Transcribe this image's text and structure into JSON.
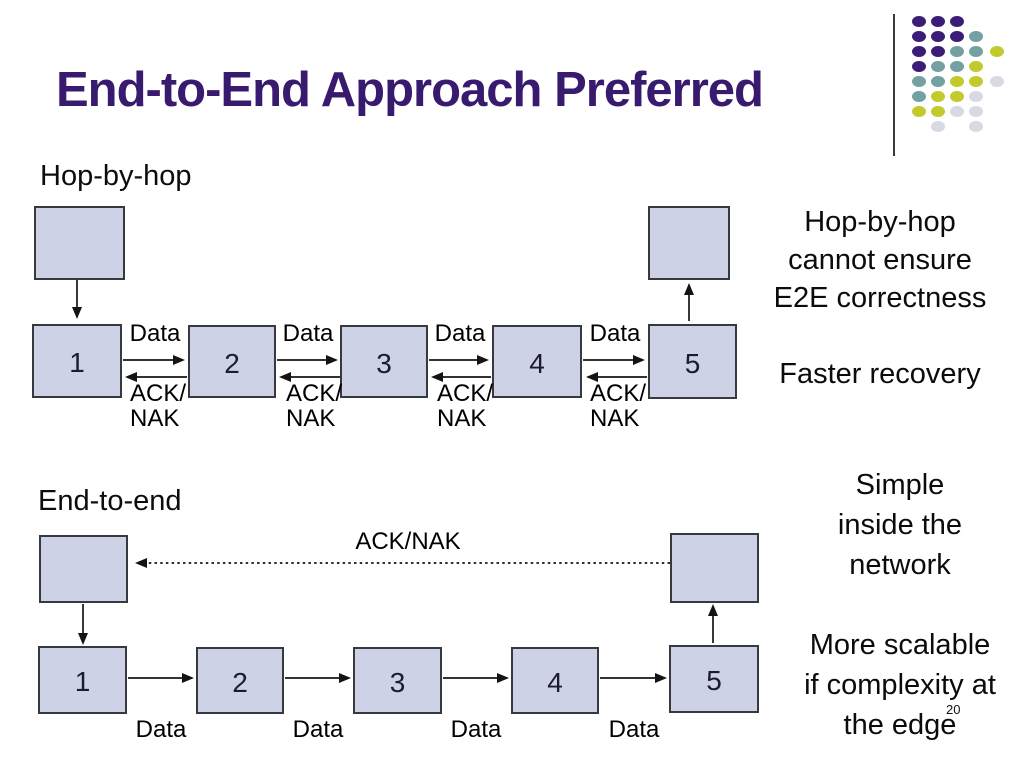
{
  "slide": {
    "title": "End-to-End Approach Preferred",
    "page_number": "20"
  },
  "colors": {
    "title_text": "#381A6E",
    "box_fill": "#CED2E6",
    "box_border": "#38383f",
    "diagram_text": "#000000"
  },
  "hop_by_hop": {
    "label": "Hop-by-hop",
    "nodes": [
      "1",
      "2",
      "3",
      "4",
      "5"
    ],
    "data_label": "Data",
    "ack_line1": "ACK/",
    "ack_line2": "NAK",
    "note1": {
      "line1": "Hop-by-hop",
      "line2": "cannot ensure",
      "line3": "E2E correctness"
    },
    "note2": "Faster recovery"
  },
  "end_to_end": {
    "label": "End-to-end",
    "nodes": [
      "1",
      "2",
      "3",
      "4",
      "5"
    ],
    "data_label": "Data",
    "ack_label": "ACK/NAK",
    "note1": {
      "line1": "Simple",
      "line2": "inside the",
      "line3": "network"
    },
    "note2": {
      "line1": "More scalable",
      "line2": "if complexity at",
      "line3": "the edge"
    }
  },
  "decoration": {
    "palette": {
      "purple": "#3B1C77",
      "teal": "#73A1A1",
      "green": "#C3CA2E",
      "gray": "#D8D9E3"
    },
    "dot_cols_x": [
      912,
      931,
      950,
      969,
      990
    ],
    "dot_rows_y": [
      16,
      31,
      46,
      61,
      76,
      91,
      106,
      121
    ],
    "rows": [
      [
        "purple",
        "purple",
        "purple",
        null,
        null
      ],
      [
        "purple",
        "purple",
        "purple",
        "teal",
        null
      ],
      [
        "purple",
        "purple",
        "teal",
        "teal",
        "green"
      ],
      [
        "purple",
        "teal",
        "teal",
        "green",
        null
      ],
      [
        "teal",
        "teal",
        "green",
        "green",
        "gray"
      ],
      [
        "teal",
        "green",
        "green",
        "gray",
        null
      ],
      [
        "green",
        "green",
        "gray",
        "gray",
        null
      ],
      [
        null,
        "gray",
        null,
        "gray",
        null
      ]
    ]
  }
}
